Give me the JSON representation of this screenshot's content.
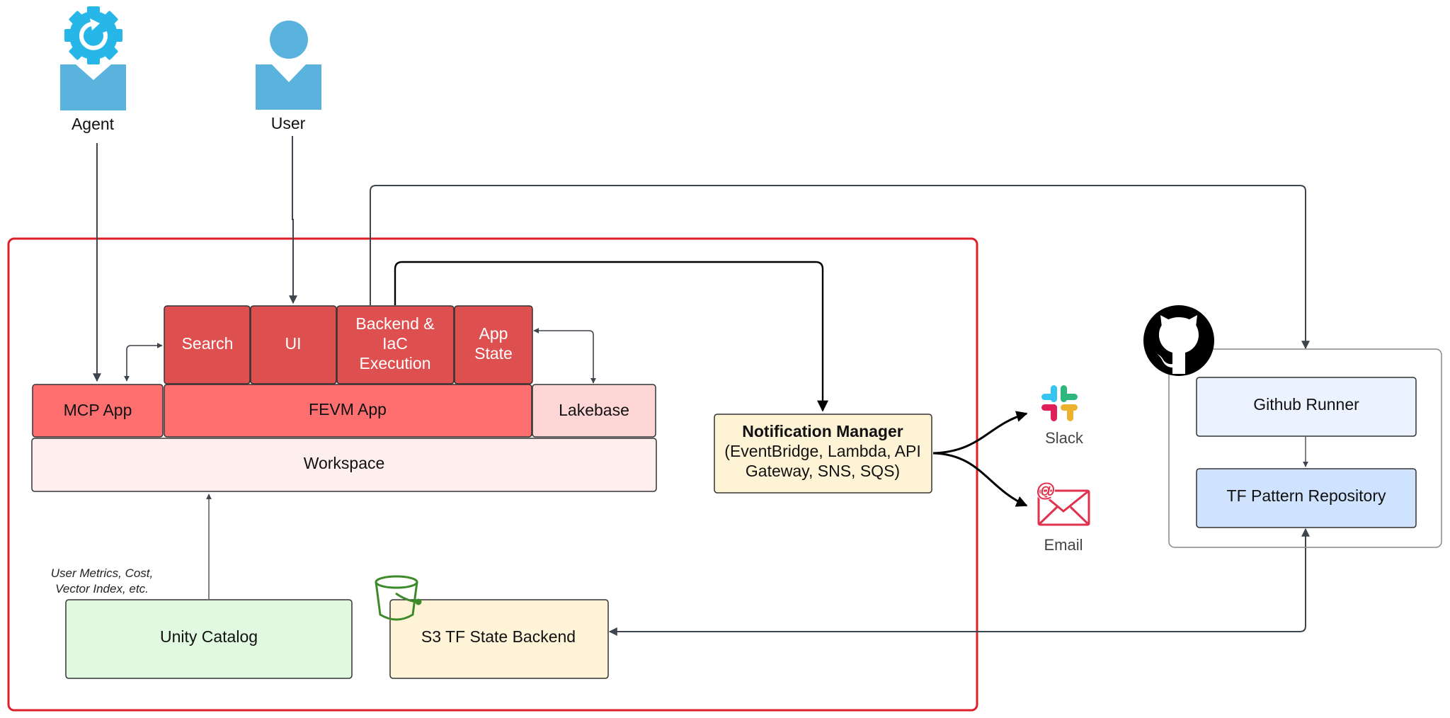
{
  "actors": {
    "agent": {
      "label": "Agent"
    },
    "user": {
      "label": "User"
    }
  },
  "app_layer": {
    "search": "Search",
    "ui": "UI",
    "backend": [
      "Backend &",
      "IaC",
      "Execution"
    ],
    "app_state": [
      "App",
      "State"
    ]
  },
  "platform_layer": {
    "mcp_app": "MCP App",
    "fevm_app": "FEVM App",
    "lakebase": "Lakebase",
    "workspace": "Workspace"
  },
  "data_layer": {
    "metrics_note": [
      "User Metrics, Cost,",
      "Vector Index, etc."
    ],
    "unity_catalog": "Unity Catalog",
    "s3_backend": "S3 TF State Backend"
  },
  "notification": {
    "title": "Notification Manager",
    "services": [
      "(EventBridge, Lambda, API",
      "Gateway, SNS, SQS)"
    ]
  },
  "channels": {
    "slack": "Slack",
    "email": "Email"
  },
  "github": {
    "runner": "Github Runner",
    "tf_repo": "TF Pattern Repository"
  },
  "colors": {
    "boundary_red": "#dd1f26",
    "app_red_dark": "#de5050",
    "app_red": "#fe7070",
    "lakebase_pink": "#ffd6d6",
    "workspace_pink": "#ffeeee",
    "unity_green": "#e0f9e0",
    "s3_cream": "#fff4d8",
    "notification_cream": "#fff3d6",
    "runner_blue": "#eaf3ff",
    "repo_blue": "#cfe3ff",
    "actor_blue": "#5ab3dc",
    "gear_blue": "#26b7e8",
    "bucket_green": "#3d8a2a",
    "email_red": "#e0324f",
    "line_gray": "#3e454f"
  },
  "icons": [
    "agent-gear-icon",
    "user-person-icon",
    "s3-bucket-icon",
    "slack-icon",
    "email-envelope-icon",
    "github-octocat-icon"
  ]
}
